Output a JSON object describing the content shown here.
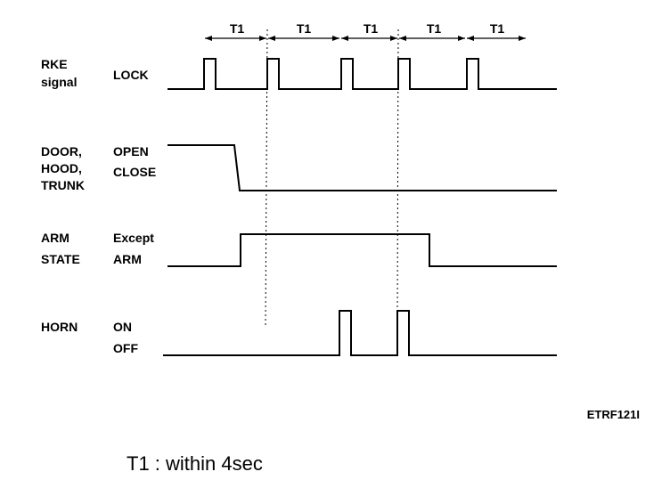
{
  "period_label": "T1",
  "period_count": 5,
  "signals": {
    "rke": {
      "name_line1": "RKE",
      "name_line2": "signal",
      "state": "LOCK"
    },
    "door": {
      "name_line1": "DOOR,",
      "name_line2": "HOOD,",
      "name_line3": "TRUNK",
      "state_high": "OPEN",
      "state_low": "CLOSE"
    },
    "arm": {
      "name_line1": "ARM",
      "name_line2": "STATE",
      "state_high": "Except",
      "state_low": "ARM"
    },
    "horn": {
      "name": "HORN",
      "state_high": "ON",
      "state_low": "OFF"
    }
  },
  "figure_code": "ETRF121I",
  "footnote": "T1 : within 4sec"
}
